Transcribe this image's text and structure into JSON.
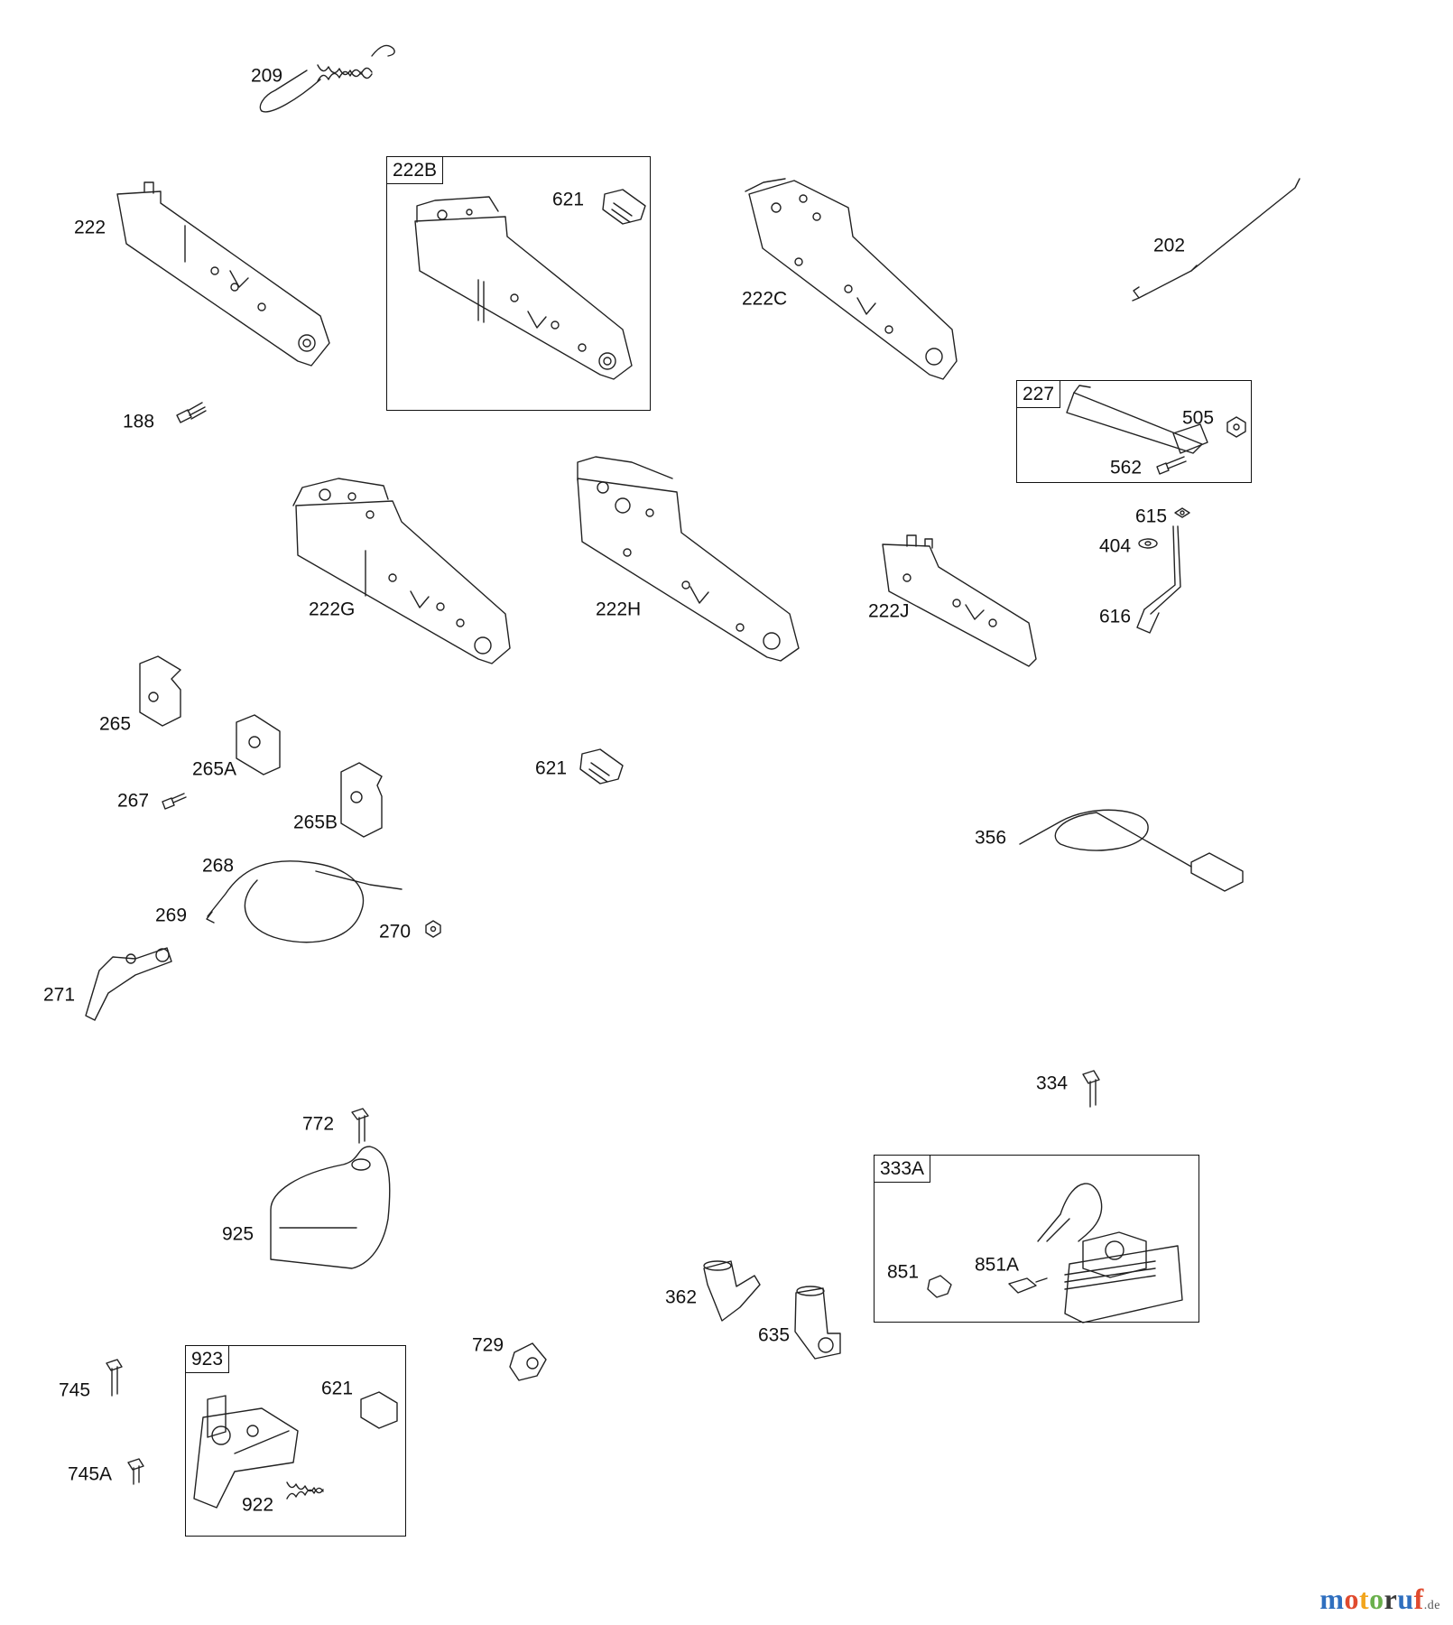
{
  "kits": [
    {
      "id": "kit-222B",
      "label": "222B"
    },
    {
      "id": "kit-227",
      "label": "227"
    },
    {
      "id": "kit-333A",
      "label": "333A"
    },
    {
      "id": "kit-923",
      "label": "923"
    }
  ],
  "part_labels": [
    "209",
    "222",
    "188",
    "621",
    "222C",
    "202",
    "505",
    "562",
    "222G",
    "222H",
    "222J",
    "615",
    "404",
    "616",
    "265",
    "265A",
    "267",
    "265B",
    "621",
    "268",
    "269",
    "270",
    "271",
    "356",
    "334",
    "772",
    "925",
    "851",
    "851A",
    "362",
    "635",
    "729",
    "745",
    "745A",
    "621",
    "922"
  ],
  "watermark": {
    "letters": [
      "m",
      "o",
      "t",
      "o",
      "r",
      "u",
      "f"
    ],
    "tld": ".de",
    "colors": [
      "#2f6fbf",
      "#e04a2e",
      "#f2a51d",
      "#6ab04c",
      "#3a3a3a",
      "#2f6fbf",
      "#e04a2e"
    ]
  }
}
